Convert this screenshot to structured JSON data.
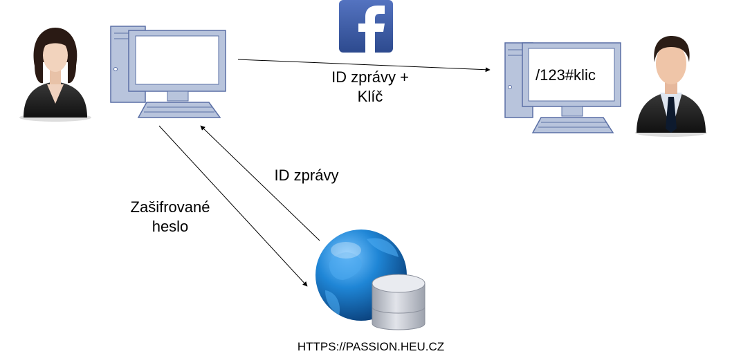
{
  "labels": {
    "top_arrow": [
      "ID zprávy +",
      "Klíč"
    ],
    "return_arrow": "ID zprávy",
    "encrypted_arrow": [
      "Zašifrované",
      "heslo"
    ],
    "server": "HTTPS://PASSION.HEU.CZ",
    "receiver_screen": "/123#klic"
  },
  "icons": [
    "woman-avatar-icon",
    "sender-computer-icon",
    "facebook-icon",
    "receiver-computer-icon",
    "man-avatar-icon",
    "globe-database-icon"
  ],
  "colors": {
    "facebook_blue": "#3b5998",
    "computer_frame": "#b8c4dc",
    "computer_stroke": "#5a6fa5",
    "globe_blue": "#1a7fd0",
    "database_gray": "#c9ccd6"
  }
}
